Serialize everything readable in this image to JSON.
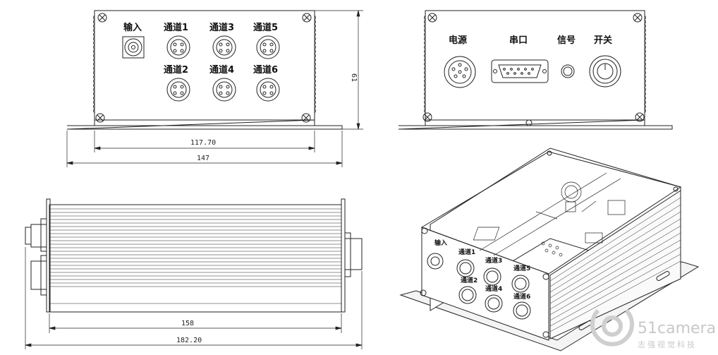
{
  "front_view": {
    "input_label": "输入",
    "channels": [
      "通道1",
      "通道3",
      "通道5",
      "通道2",
      "通道4",
      "通道6"
    ],
    "dim_inner": "117.70",
    "dim_outer": "147",
    "dim_height": "61"
  },
  "rear_view": {
    "labels": [
      "电源",
      "串口",
      "信号",
      "开关"
    ]
  },
  "side_view": {
    "dim_inner": "158",
    "dim_outer": "182.20"
  },
  "iso_view": {
    "input_label": "输入",
    "channels": [
      "通道1",
      "通道3",
      "通道5",
      "通道2",
      "通道4",
      "通道6"
    ]
  },
  "watermark": {
    "brand": "51camera",
    "tagline": "志强视觉科技"
  }
}
